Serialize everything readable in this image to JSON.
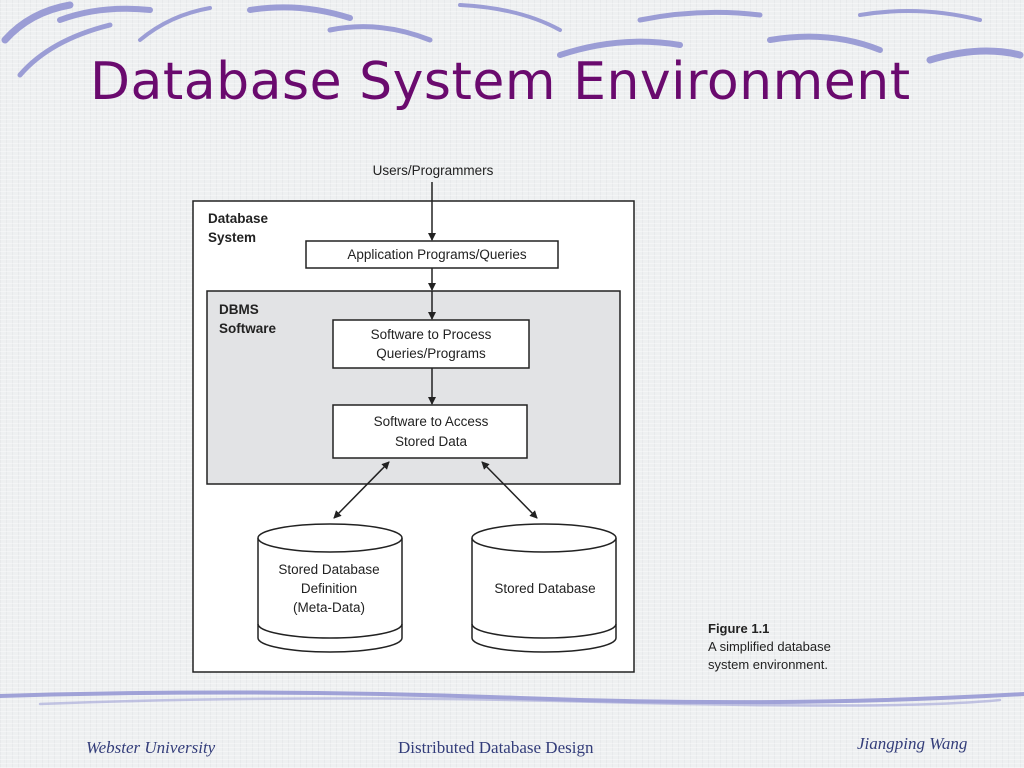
{
  "slide": {
    "title": "Database System Environment"
  },
  "diagram": {
    "top_input": "Users/Programmers",
    "outer_box": {
      "line1": "Database",
      "line2": "System"
    },
    "application_box": "Application Programs/Queries",
    "dbms_box": {
      "line1": "DBMS",
      "line2": "Software"
    },
    "process_box": {
      "line1": "Software to Process",
      "line2": "Queries/Programs"
    },
    "access_box": {
      "line1": "Software to Access",
      "line2": "Stored Data"
    },
    "definition_db": {
      "line1": "Stored Database",
      "line2": "Definition",
      "line3": "(Meta-Data)"
    },
    "stored_db": "Stored Database"
  },
  "caption": {
    "figure": "Figure 1.1",
    "line1": "A simplified database",
    "line2": "system environment."
  },
  "footer": {
    "left": "Webster University",
    "center": "Distributed Database Design",
    "right": "Jiangping Wang"
  },
  "colors": {
    "title": "#6a0a6e",
    "footer_text": "#333d7a",
    "decoration": "#8d8fd1",
    "dbms_fill": "#e2e3e5"
  }
}
